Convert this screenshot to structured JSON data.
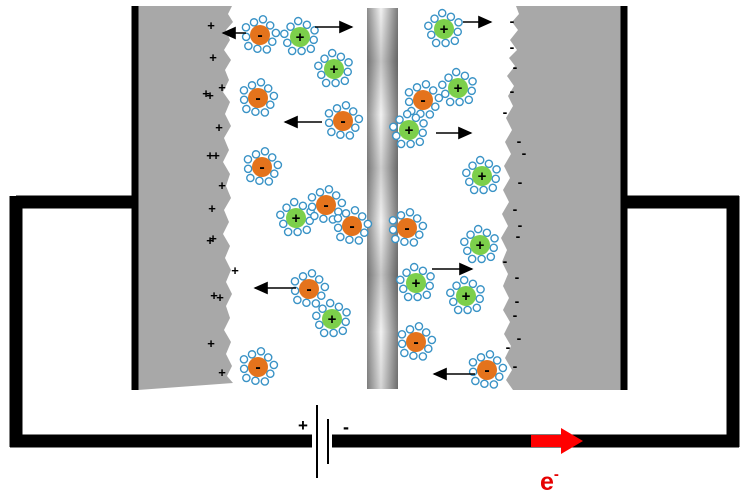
{
  "diagram": {
    "left_electrode": {
      "surface_charge": "+",
      "charge_count": 17
    },
    "right_electrode": {
      "surface_charge": "-",
      "charge_count": 18
    },
    "battery": {
      "positive_label": "+",
      "negative_label": "-"
    },
    "electron_flow": {
      "label": "e",
      "superscript": "-"
    },
    "ions": {
      "cation": {
        "sign": "+",
        "color": "#7ccf4b"
      },
      "anion": {
        "sign": "-",
        "color": "#e4731c"
      },
      "solvent_shell_color": "#3a93c6"
    },
    "colors": {
      "electrode": "#a8a8a8",
      "wire": "#000000",
      "arrow": "#ff0000",
      "label": "#e60000"
    }
  }
}
